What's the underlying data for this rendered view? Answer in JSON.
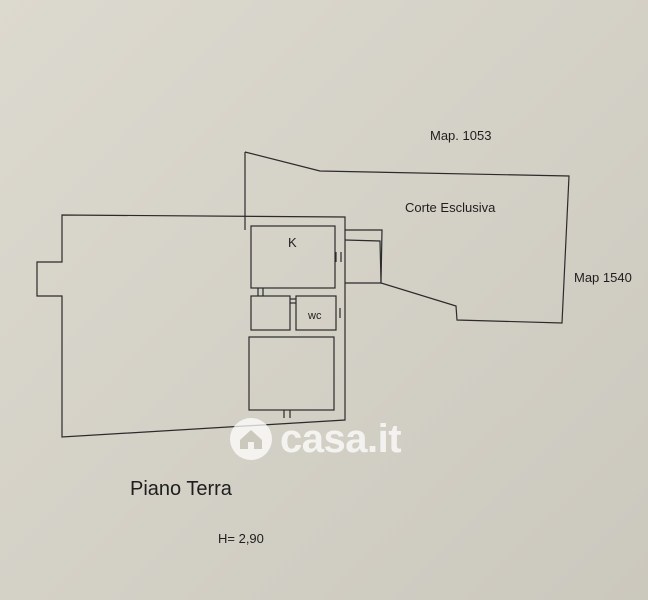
{
  "labels": {
    "map_top": "Map. 1053",
    "corte": "Corte Esclusiva",
    "map_right": "Map 1540",
    "room_k": "K",
    "room_wc": "wc",
    "floor_title": "Piano Terra",
    "height": "H= 2,90"
  },
  "watermark": {
    "text": "casa.it",
    "icon": "house-icon"
  }
}
